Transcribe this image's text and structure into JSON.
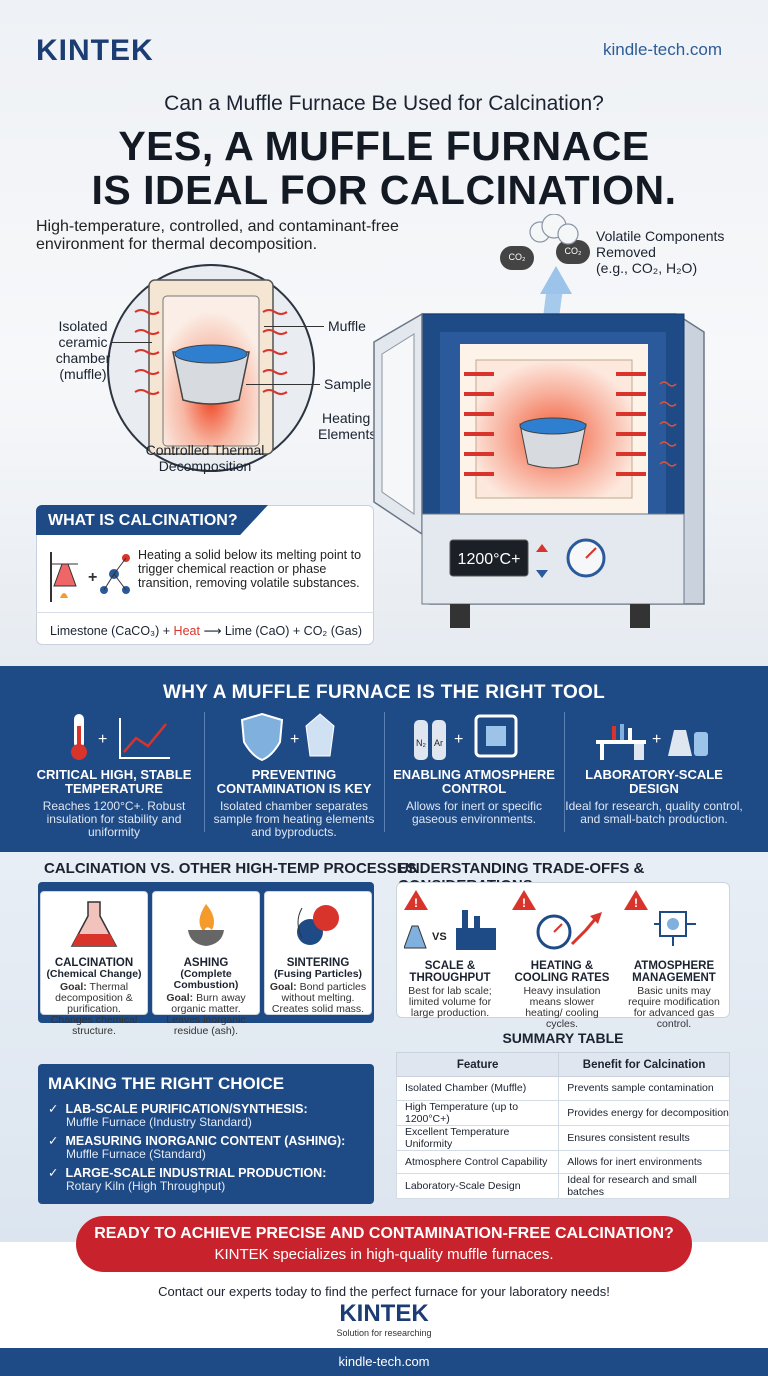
{
  "header": {
    "logo": "KINTEK",
    "site": "kindle-tech.com"
  },
  "hero": {
    "question": "Can a Muffle Furnace Be Used for Calcination?",
    "headline_1": "YES, A MUFFLE FURNACE",
    "headline_2": "IS IDEAL FOR CALCINATION.",
    "subtitle_1": "High-temperature, controlled, and contaminant-free",
    "subtitle_2": "environment for thermal decomposition."
  },
  "diagram": {
    "isolated_1": "Isolated",
    "isolated_2": "ceramic",
    "isolated_3": "chamber",
    "isolated_4": "(muffle)",
    "muffle": "Muffle",
    "sample": "Sample",
    "heating_1": "Heating",
    "heating_2": "Elements",
    "controlled_1": "Controlled Thermal",
    "controlled_2": "Decomposition",
    "volatile_1": "Volatile Components",
    "volatile_2": "Removed",
    "volatile_3": "(e.g., CO₂, H₂O)",
    "display": "1200°C+",
    "co2_a": "CO₂",
    "co2_b": "CO₂"
  },
  "calcination": {
    "title": "WHAT IS CALCINATION?",
    "text": "Heating a solid below its melting point to trigger chemical reaction or phase transition, removing volatile substances.",
    "eq_1": "Limestone (CaCO₃) +",
    "eq_heat": "Heat",
    "eq_2": "⟶ Lime (CaO) + CO₂ (Gas)"
  },
  "why": {
    "title": "WHY A MUFFLE FURNACE IS THE RIGHT TOOL",
    "items": [
      {
        "title": "CRITICAL HIGH, STABLE TEMPERATURE",
        "desc": "Reaches 1200°C+. Robust insulation for stability and uniformity"
      },
      {
        "title": "PREVENTING CONTAMINATION IS KEY",
        "desc": "Isolated chamber separates sample from heating elements and byproducts."
      },
      {
        "title": "ENABLING ATMOSPHERE CONTROL",
        "desc": "Allows for inert or specific gaseous environments."
      },
      {
        "title": "LABORATORY-SCALE DESIGN",
        "desc": "Ideal for research, quality control, and small-batch production."
      }
    ],
    "gas_n2": "N₂",
    "gas_ar": "Ar"
  },
  "compare": {
    "title": "CALCINATION VS. OTHER HIGH-TEMP PROCESSES",
    "cards": [
      {
        "title": "CALCINATION",
        "sub": "(Chemical Change)",
        "goal": "Goal:",
        "desc": "Thermal decomposition & purification. Changes chemical structure."
      },
      {
        "title": "ASHING",
        "sub": "(Complete Combustion)",
        "goal": "Goal:",
        "desc": "Burn away organic matter. Leaves inorganic residue (ash)."
      },
      {
        "title": "SINTERING",
        "sub": "(Fusing Particles)",
        "goal": "Goal:",
        "desc": "Bond particles without melting. Creates solid mass."
      }
    ]
  },
  "tradeoffs": {
    "title": "UNDERSTANDING TRADE-OFFS & CONSIDERATIONS",
    "vs": "VS",
    "items": [
      {
        "title": "SCALE & THROUGHPUT",
        "desc": "Best for lab scale; limited volume for large production."
      },
      {
        "title": "HEATING & COOLING RATES",
        "desc": "Heavy insulation means slower heating/ cooling cycles."
      },
      {
        "title": "ATMOSPHERE MANAGEMENT",
        "desc": "Basic units may require modification for advanced gas control."
      }
    ]
  },
  "choice": {
    "title": "MAKING THE RIGHT CHOICE",
    "items": [
      {
        "head": "LAB-SCALE PURIFICATION/SYNTHESIS:",
        "sub": "Muffle Furnace (Industry Standard)"
      },
      {
        "head": "MEASURING INORGANIC CONTENT (ASHING):",
        "sub": "Muffle Furnace (Standard)"
      },
      {
        "head": "LARGE-SCALE INDUSTRIAL PRODUCTION:",
        "sub": "Rotary Kiln (High Throughput)"
      }
    ]
  },
  "summary": {
    "title": "SUMMARY TABLE",
    "headers": [
      "Feature",
      "Benefit for Calcination"
    ],
    "rows": [
      [
        "Isolated Chamber (Muffle)",
        "Prevents sample contamination"
      ],
      [
        "High Temperature (up to 1200°C+)",
        "Provides energy for decomposition"
      ],
      [
        "Excellent Temperature Uniformity",
        "Ensures consistent results"
      ],
      [
        "Atmosphere Control Capability",
        "Allows for inert environments"
      ],
      [
        "Laboratory-Scale Design",
        "Ideal for research and small batches"
      ]
    ]
  },
  "cta": {
    "line1": "READY TO ACHIEVE PRECISE AND CONTAMINATION-FREE CALCINATION?",
    "line2": "KINTEK specializes in high-quality muffle furnaces.",
    "contact": "Contact our experts today to find the perfect furnace for your laboratory needs!"
  },
  "footer": {
    "logo": "KINTEK",
    "slogan": "Solution for researching",
    "site": "kindle-tech.com"
  },
  "colors": {
    "navy": "#1e4a86",
    "red": "#c8232c",
    "heat": "#e8432f"
  }
}
